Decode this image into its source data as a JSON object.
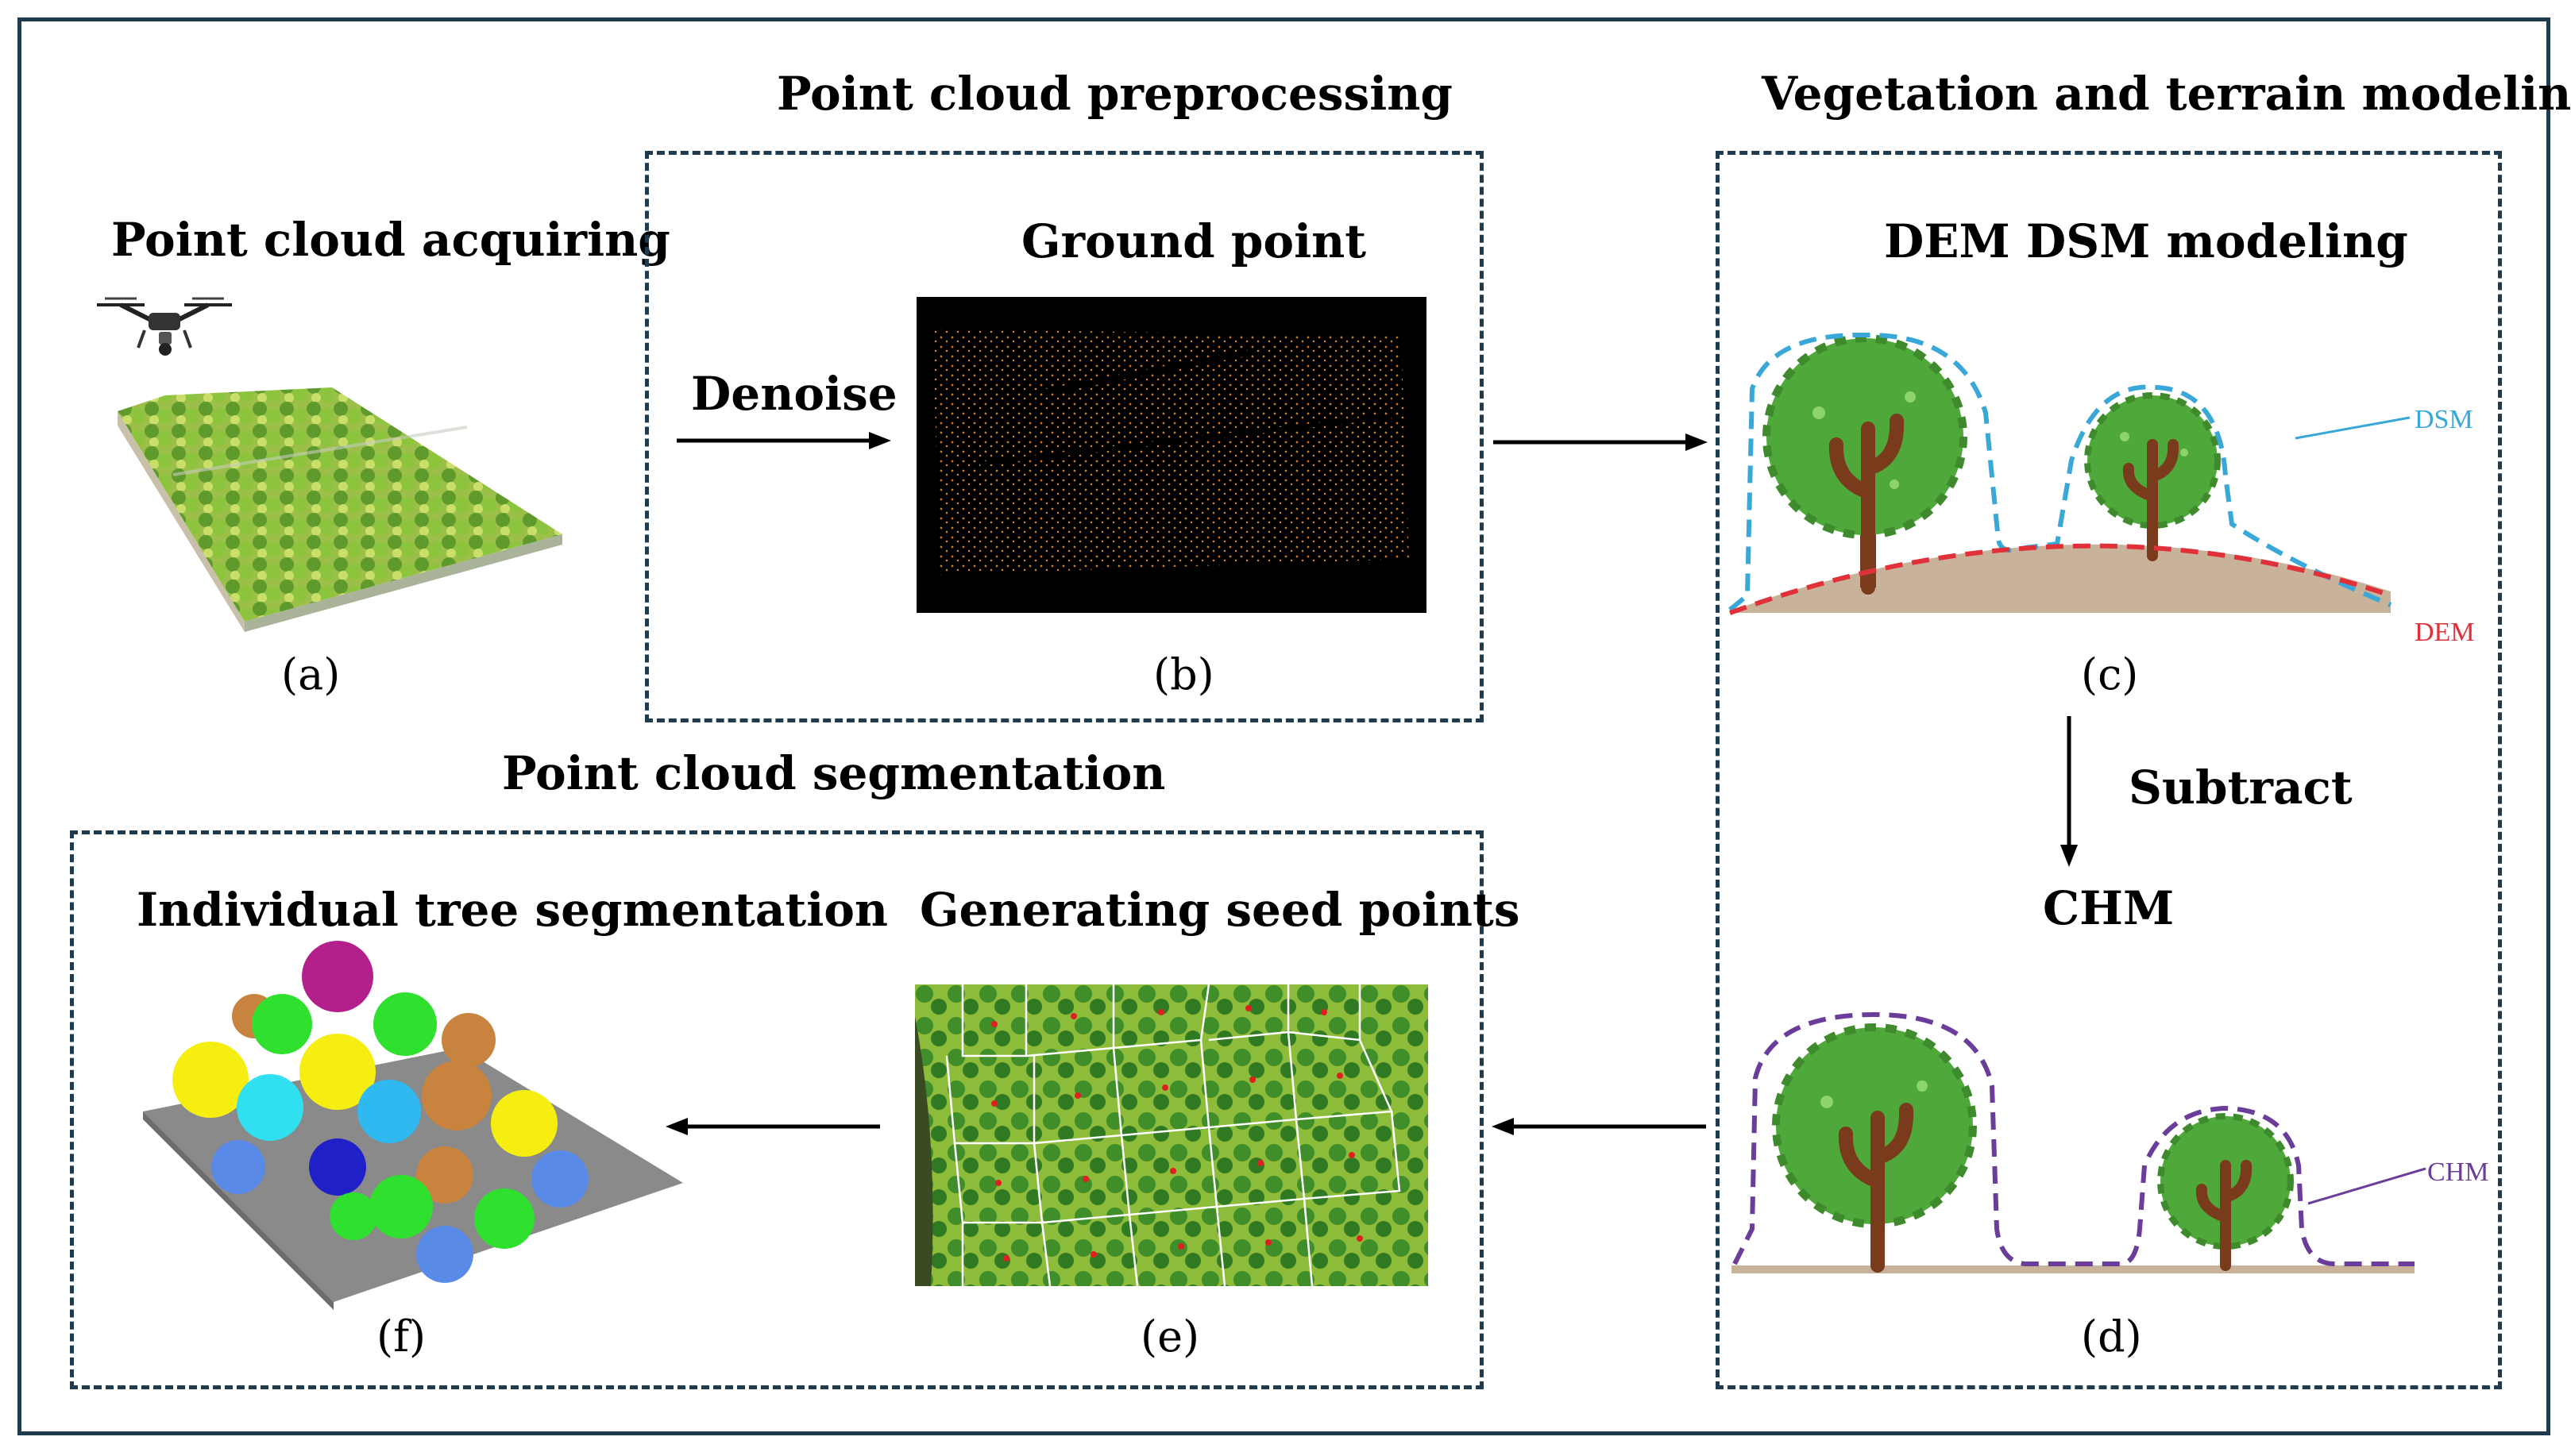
{
  "stages": {
    "acquire": {
      "title": "Point cloud acquiring",
      "label": "(a)"
    },
    "preprocess": {
      "header": "Point cloud preprocessing",
      "step": "Denoise",
      "title": "Ground point",
      "label": "(b)"
    },
    "modeling": {
      "header": "Vegetation and terrain modeling",
      "title": "DEM DSM modeling",
      "label_c": "(c)",
      "dsm": "DSM",
      "dem": "DEM",
      "operation": "Subtract",
      "chm_title": "CHM",
      "chm": "CHM",
      "label_d": "(d)"
    },
    "segmentation": {
      "header": "Point cloud segmentation",
      "seed_title": "Generating seed points",
      "label_e": "(e)",
      "tree_title": "Individual tree segmentation",
      "label_f": "(f)"
    }
  },
  "colors": {
    "frame": "#1f3b4d",
    "dsm_line": "#3aa7d9",
    "dem_line": "#e0303a",
    "chm_line": "#6a3d9a",
    "ground": "#c9b29a",
    "canopy": "#4fa83a",
    "trunk": "#7a3b1c"
  },
  "icons": [
    "drone-icon"
  ]
}
